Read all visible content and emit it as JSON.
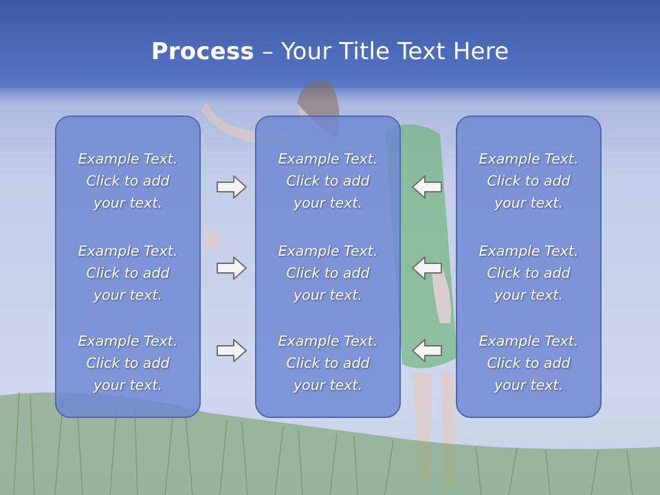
{
  "title": {
    "bold": "Process",
    "rest": " – Your Title Text Here"
  },
  "columns": [
    {
      "items": [
        [
          "Example Text.",
          "Click  to add",
          "your text."
        ],
        [
          "Example Text.",
          "Click  to add",
          "your text."
        ],
        [
          "Example Text.",
          "Click  to add",
          "your text."
        ]
      ]
    },
    {
      "items": [
        [
          "Example Text.",
          "Click  to add",
          "your text."
        ],
        [
          "Example Text.",
          "Click  to add",
          "your text."
        ],
        [
          "Example Text.",
          "Click  to add",
          "your text."
        ]
      ]
    },
    {
      "items": [
        [
          "Example Text.",
          "Click  to add",
          "your text."
        ],
        [
          "Example Text.",
          "Click  to add",
          "your text."
        ],
        [
          "Example Text.",
          "Click  to add",
          "your text."
        ]
      ]
    }
  ],
  "arrows": {
    "left_column": "arrow-right-icon",
    "right_column": "arrow-left-icon"
  },
  "colors": {
    "title_band": "#4a63b0",
    "box_fill": "#7088d4",
    "box_border": "#4e67ad",
    "text": "#ffffff"
  }
}
